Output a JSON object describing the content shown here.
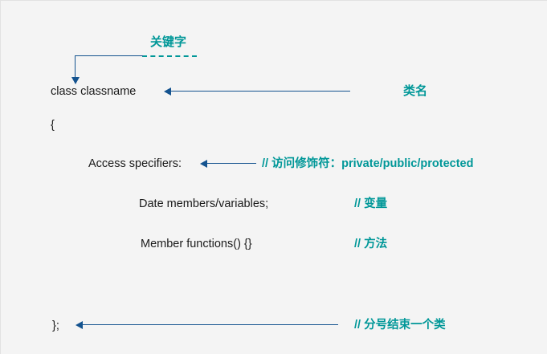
{
  "diagram": {
    "title_text": "C++ class declaration structure",
    "background_color": "#f4f4f4",
    "line_color": "#14538f",
    "note_color": "#009798",
    "code_color": "#1a1a1a"
  },
  "code_lines": {
    "class_decl": "class classname",
    "open_brace": "{",
    "access_specifiers": "Access specifiers:",
    "data_members": "Date members/variables;",
    "member_functions": "Member functions() {}",
    "close_brace": "};"
  },
  "annotations": {
    "keyword": "关键字",
    "class_name": "类名",
    "access_modifier": "// 访问修饰符：private/public/protected",
    "variable": "// 变量",
    "method": "// 方法",
    "semicolon_ends_class": "// 分号结束一个类"
  },
  "connectors": {
    "keyword_connector": "keyword-elbow-connector",
    "class_name_arrow": "class-name-arrow",
    "access_arrow": "access-specifier-arrow",
    "close_brace_arrow": "close-brace-arrow"
  }
}
